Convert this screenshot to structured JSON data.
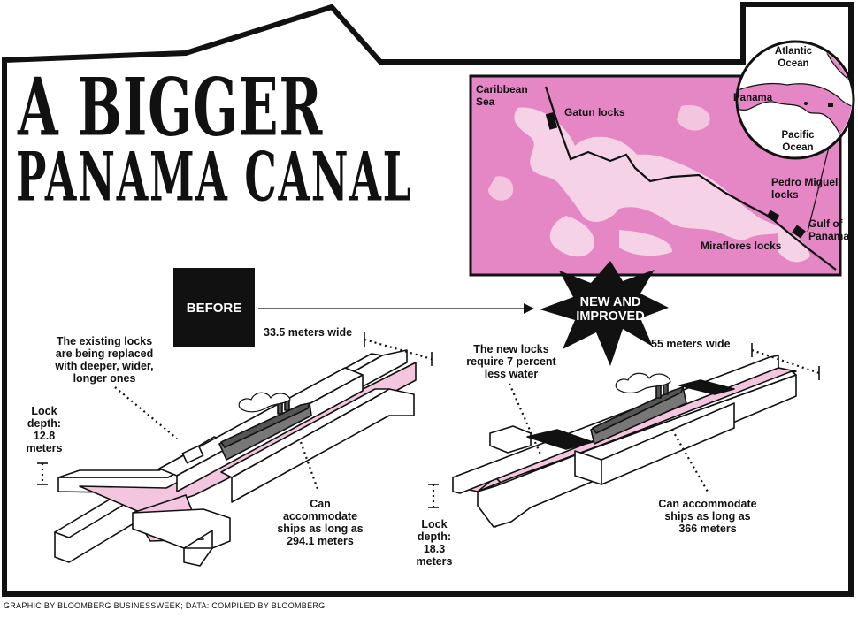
{
  "title": {
    "line1": "A BIGGER",
    "line2": "PANAMA CANAL"
  },
  "map": {
    "caribbean_sea": "Caribbean\nSea",
    "gatun_locks": "Gatun locks",
    "pedro_miguel_locks": "Pedro Miguel\nlocks",
    "gulf_of_panama": "Gulf of\nPanama",
    "miraflores_locks": "Miraflores locks"
  },
  "inset": {
    "atlantic": "Atlantic\nOcean",
    "panama": "Panama",
    "pacific": "Pacific\nOcean"
  },
  "before": {
    "label": "BEFORE",
    "width": "33.5 meters wide",
    "replaced_note": "The existing locks\nare being replaced\nwith deeper, wider,\nlonger ones",
    "depth": "Lock\ndepth:\n12.8\nmeters",
    "ship_length": "Can\naccommodate\nships as long as\n294.1 meters"
  },
  "after": {
    "label": "NEW AND\nIMPROVED",
    "width": "55 meters wide",
    "water_note": "The new locks\nrequire 7 percent\nless water",
    "ship_length": "Can accommodate\nships as long as\n366 meters",
    "depth": "Lock\ndepth:\n18.3\nmeters"
  },
  "credit": "GRAPHIC BY BLOOMBERG BUSINESSWEEK; DATA: COMPILED BY BLOOMBERG",
  "colors": {
    "pink": "#e487c4",
    "light_pink": "#f3c5de",
    "pale_pink": "#f6d2e6",
    "black": "#111111"
  }
}
